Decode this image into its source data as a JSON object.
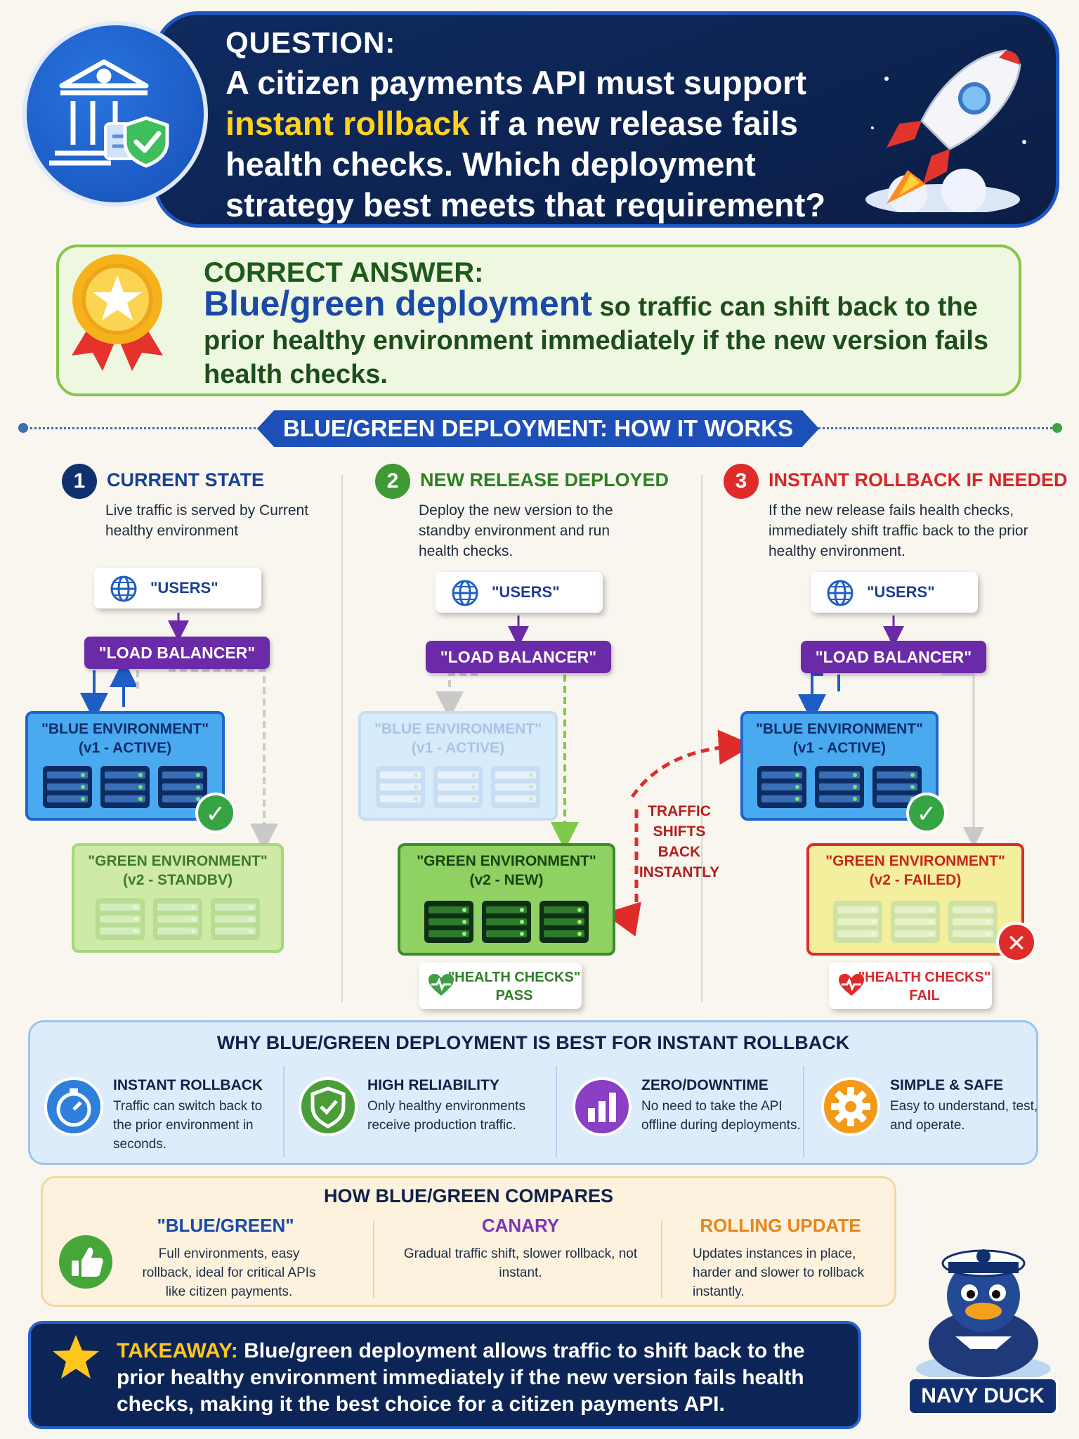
{
  "question": {
    "label": "QUESTION:",
    "text_before": "A citizen payments API must support ",
    "highlight": "instant rollback",
    "text_after": " if a new release fails health checks. Which deployment strategy best meets that requirement?"
  },
  "answer": {
    "label": "CORRECT ANSWER:",
    "emphasis": "Blue/green deployment",
    "text": " so traffic can shift back to the prior healthy environment immediately if the new version fails health checks."
  },
  "section_title": "BLUE/GREEN DEPLOYMENT: HOW IT WORKS",
  "steps": [
    {
      "number": "1",
      "title": "CURRENT STATE",
      "description": "Live traffic is served by Current healthy environment",
      "users": "\"USERS\"",
      "load_balancer": "\"LOAD BALANCER\"",
      "blue_env": {
        "name": "\"BLUE ENVIRONMENT\"",
        "status": "(v1 - ACTIVE)"
      },
      "green_env": {
        "name": "\"GREEN ENVIRONMENT\"",
        "status": "(v2 - STANDBV)"
      }
    },
    {
      "number": "2",
      "title": "NEW RELEASE DEPLOYED",
      "description": "Deploy the new version to the standby environment and run health checks.",
      "users": "\"USERS\"",
      "load_balancer": "\"LOAD BALANCER\"",
      "blue_env": {
        "name": "\"BLUE ENVIRONMENT\"",
        "status": "(v1 - ACTIVE)"
      },
      "green_env": {
        "name": "\"GREEN ENVIRONMENT\"",
        "status": "(v2 - NEW)"
      },
      "health": {
        "label": "\"HEALTH CHECKS\"",
        "result": "PASS"
      }
    },
    {
      "number": "3",
      "title": "INSTANT ROLLBACK IF NEEDED",
      "description": "If the new release fails health checks, immediately shift traffic back to the prior healthy environment.",
      "users": "\"USERS\"",
      "load_balancer": "\"LOAD BALANCER\"",
      "blue_env": {
        "name": "\"BLUE ENVIRONMENT\"",
        "status": "(v1 - ACTIVE)"
      },
      "green_env": {
        "name": "\"GREEN ENVIRONMENT\"",
        "status": "(v2 - FAILED)"
      },
      "health": {
        "label": "\"HEALTH CHECKS\"",
        "result": "FAIL"
      }
    }
  ],
  "traffic_note": [
    "TRAFFIC",
    "SHIFTS",
    "BACK",
    "INSTANTLY"
  ],
  "why": {
    "title": "WHY BLUE/GREEN DEPLOYMENT IS BEST FOR INSTANT ROLLBACK",
    "items": [
      {
        "title": "INSTANT ROLLBACK",
        "text": "Traffic can switch back to the prior environment in seconds.",
        "icon": "stopwatch-icon",
        "color": "#2f7fdc"
      },
      {
        "title": "HIGH RELIABILITY",
        "text": "Only healthy environments receive production traffic.",
        "icon": "shield-check-icon",
        "color": "#4a9e3a"
      },
      {
        "title": "ZERO/DOWNTIME",
        "text": "No need to take the API offline during deployments.",
        "icon": "bar-chart-icon",
        "color": "#8a3fc4"
      },
      {
        "title": "SIMPLE & SAFE",
        "text": "Easy to understand, test, and operate.",
        "icon": "gear-icon",
        "color": "#f39a1b"
      }
    ]
  },
  "compare": {
    "title": "HOW BLUE/GREEN COMPARES",
    "items": [
      {
        "name": "\"BLUE/GREEN\"",
        "text": "Full environments, easy rollback, ideal for critical APIs like citizen payments.",
        "color": "#1a49a8"
      },
      {
        "name": "CANARY",
        "text": "Gradual traffic shift, slower rollback, not instant.",
        "color": "#7a35b8"
      },
      {
        "name": "ROLLING UPDATE",
        "text": "Updates instances in place, harder and slower to rollback instantly.",
        "color": "#e8841a"
      }
    ]
  },
  "takeaway": {
    "label": "TAKEAWAY:",
    "text": " Blue/green deployment allows traffic to shift back to the prior healthy environment immediately if the new version fails health checks, making it the best choice for a citizen payments API."
  },
  "mascot": {
    "label": "NAVY DUCK"
  }
}
